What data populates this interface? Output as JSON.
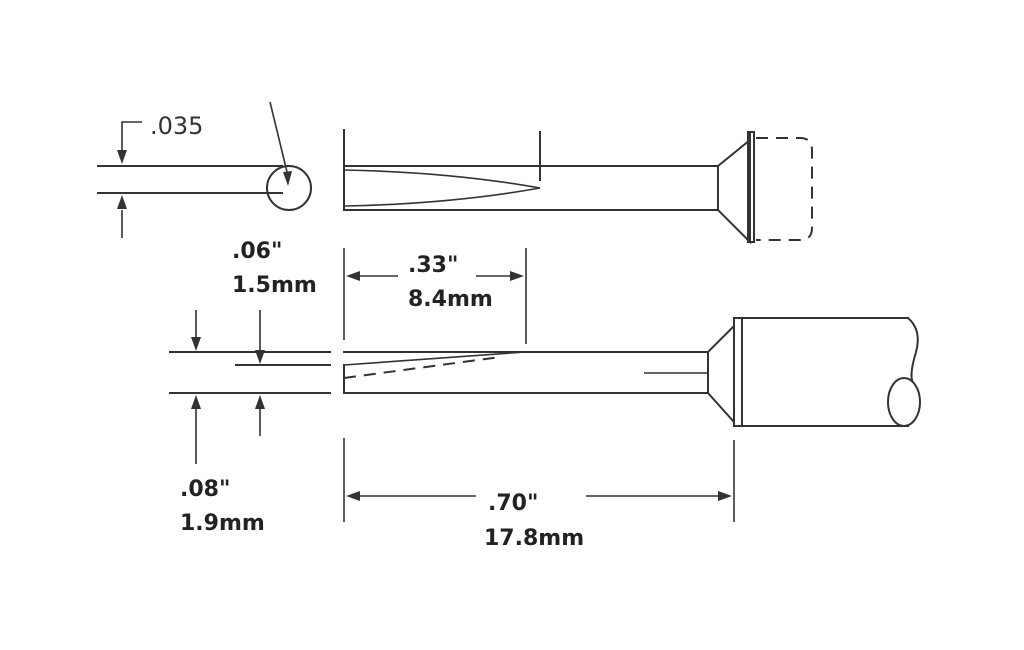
{
  "dimensions": {
    "tip_diameter": ".035",
    "width_in": ".06\"",
    "width_mm": "1.5mm",
    "length_in": ".33\"",
    "length_mm": "8.4mm",
    "thickness_in": ".08\"",
    "thickness_mm": "1.9mm",
    "overall_in": ".70\"",
    "overall_mm": "17.8mm"
  },
  "colors": {
    "line": "#333333",
    "text": "#222222",
    "background": "#ffffff"
  }
}
